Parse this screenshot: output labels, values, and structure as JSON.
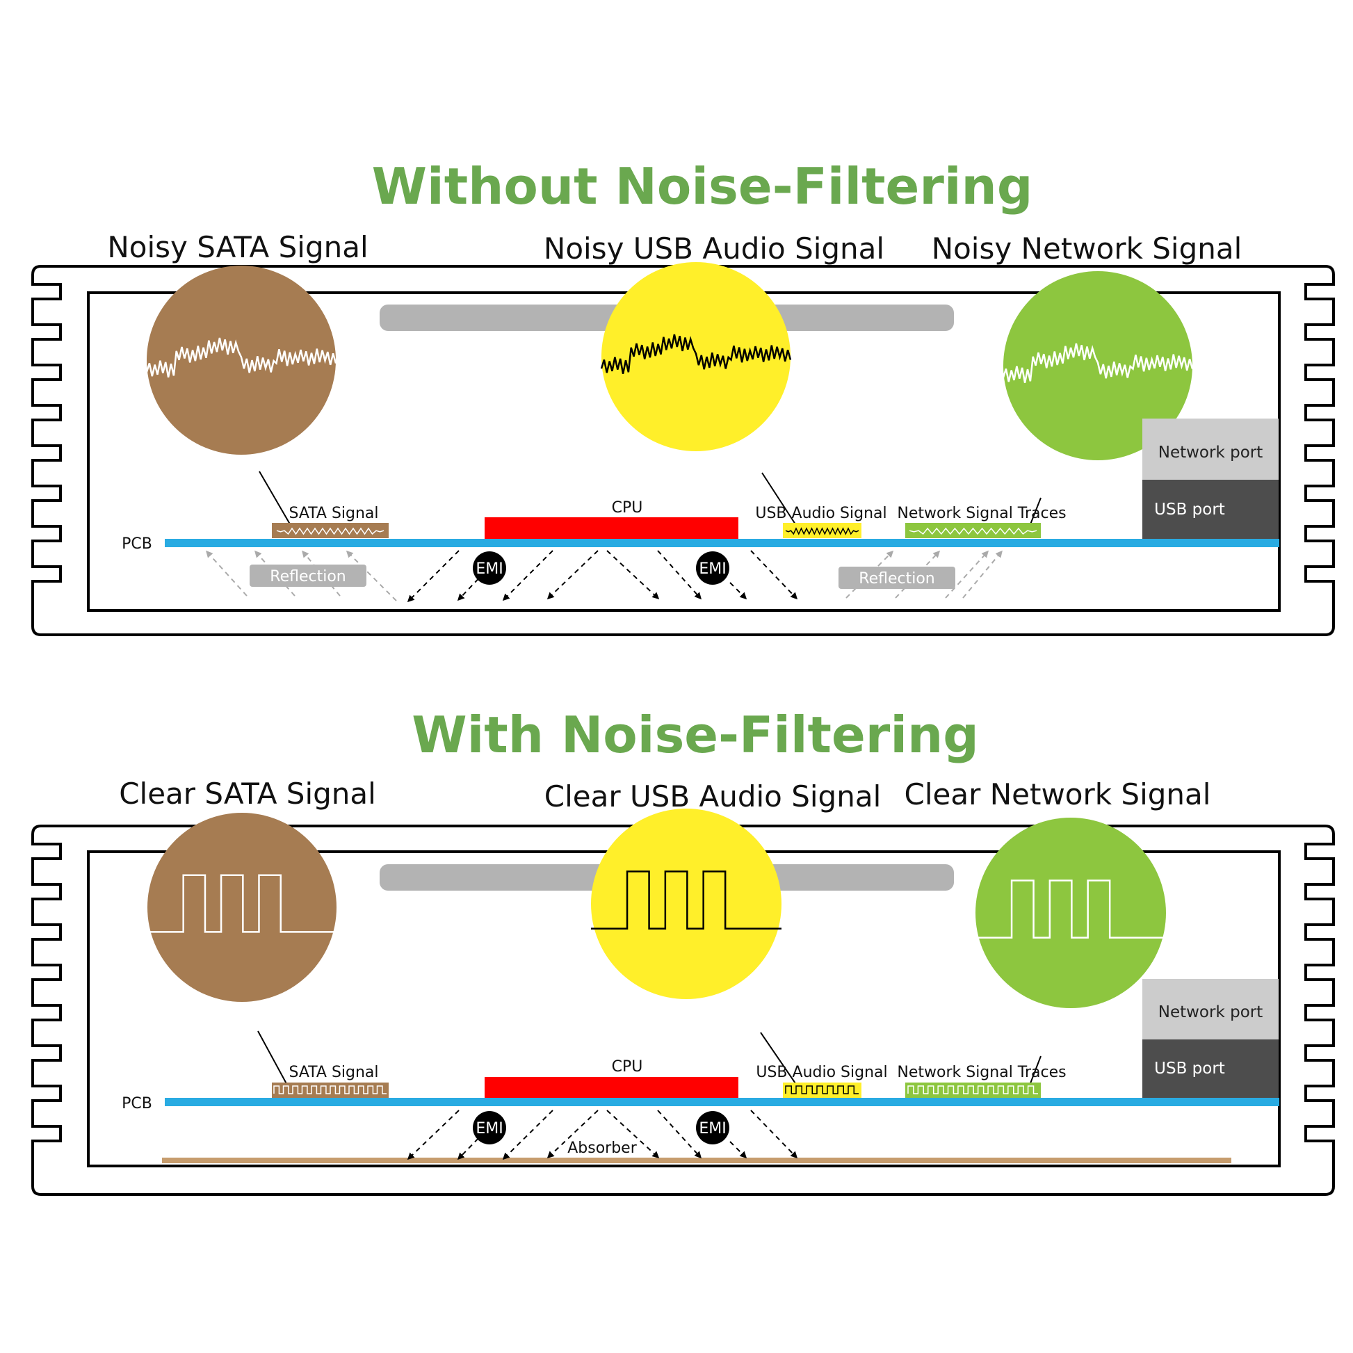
{
  "colors": {
    "title": "#6aa84f",
    "sata": "#a67c52",
    "usb": "#ffef2a",
    "network": "#8dc63f",
    "cpu": "#ff0000",
    "pcb": "#29abe2",
    "emi": "#000000",
    "network_port": "#cccccc",
    "usb_port": "#4d4d4d",
    "gray_bar": "#b3b3b3",
    "absorber": "#c69c6d"
  },
  "icons": {
    "circle": "signal-circle-icon",
    "emi": "emi-badge-icon",
    "arrow": "dashed-arrow-icon"
  },
  "panels": [
    {
      "title": "Without Noise-Filtering",
      "mode": "noisy",
      "signals": {
        "sata": "Noisy SATA Signal",
        "usb": "Noisy USB Audio Signal",
        "network": "Noisy Network Signal"
      },
      "labels": {
        "sata": "SATA Signal",
        "cpu": "CPU",
        "usb": "USB Audio Signal",
        "network": "Network Signal Traces",
        "pcb": "PCB",
        "network_port": "Network port",
        "usb_port": "USB port",
        "emi": "EMI",
        "reflection": "Reflection",
        "absorber": ""
      }
    },
    {
      "title": "With Noise-Filtering",
      "mode": "clear",
      "signals": {
        "sata": "Clear SATA Signal",
        "usb": "Clear USB Audio Signal",
        "network": "Clear Network Signal"
      },
      "labels": {
        "sata": "SATA Signal",
        "cpu": "CPU",
        "usb": "USB Audio Signal",
        "network": "Network Signal Traces",
        "pcb": "PCB",
        "network_port": "Network port",
        "usb_port": "USB port",
        "emi": "EMI",
        "reflection": "",
        "absorber": "Absorber"
      }
    }
  ]
}
